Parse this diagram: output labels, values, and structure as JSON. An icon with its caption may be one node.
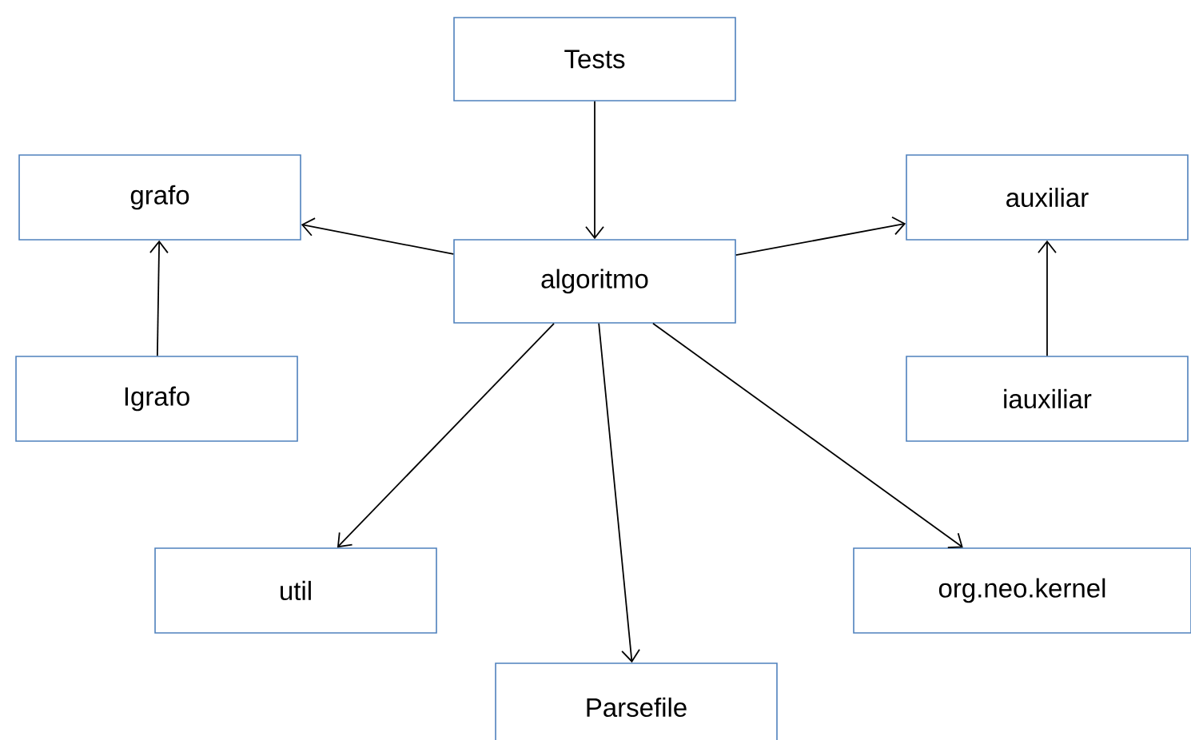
{
  "diagram": {
    "nodes": [
      {
        "text": [
          "Tests"
        ]
      },
      {
        "text": [
          "grafo"
        ]
      },
      {
        "text": [
          "algoritmo"
        ]
      },
      {
        "text": [
          "auxiliar"
        ]
      },
      {
        "text": [
          "Igrafo"
        ]
      },
      {
        "text": [
          "iauxiliar"
        ]
      },
      {
        "text": [
          "util"
        ]
      },
      {
        "text": [
          "org.neo.kernel"
        ]
      },
      {
        "text": [
          "Parsefile"
        ]
      }
    ],
    "edges": [
      {
        "from": 0,
        "to": 2,
        "arrow": "to"
      },
      {
        "from": 2,
        "to": 1,
        "arrow": "to"
      },
      {
        "from": 4,
        "to": 1,
        "arrow": "to"
      },
      {
        "from": 2,
        "to": 3,
        "arrow": "to"
      },
      {
        "from": 5,
        "to": 3,
        "arrow": "to"
      },
      {
        "from": 2,
        "to": 6,
        "arrow": "to"
      },
      {
        "from": 2,
        "to": 8,
        "arrow": "to"
      },
      {
        "from": 2,
        "to": 7,
        "arrow": "to"
      }
    ]
  }
}
